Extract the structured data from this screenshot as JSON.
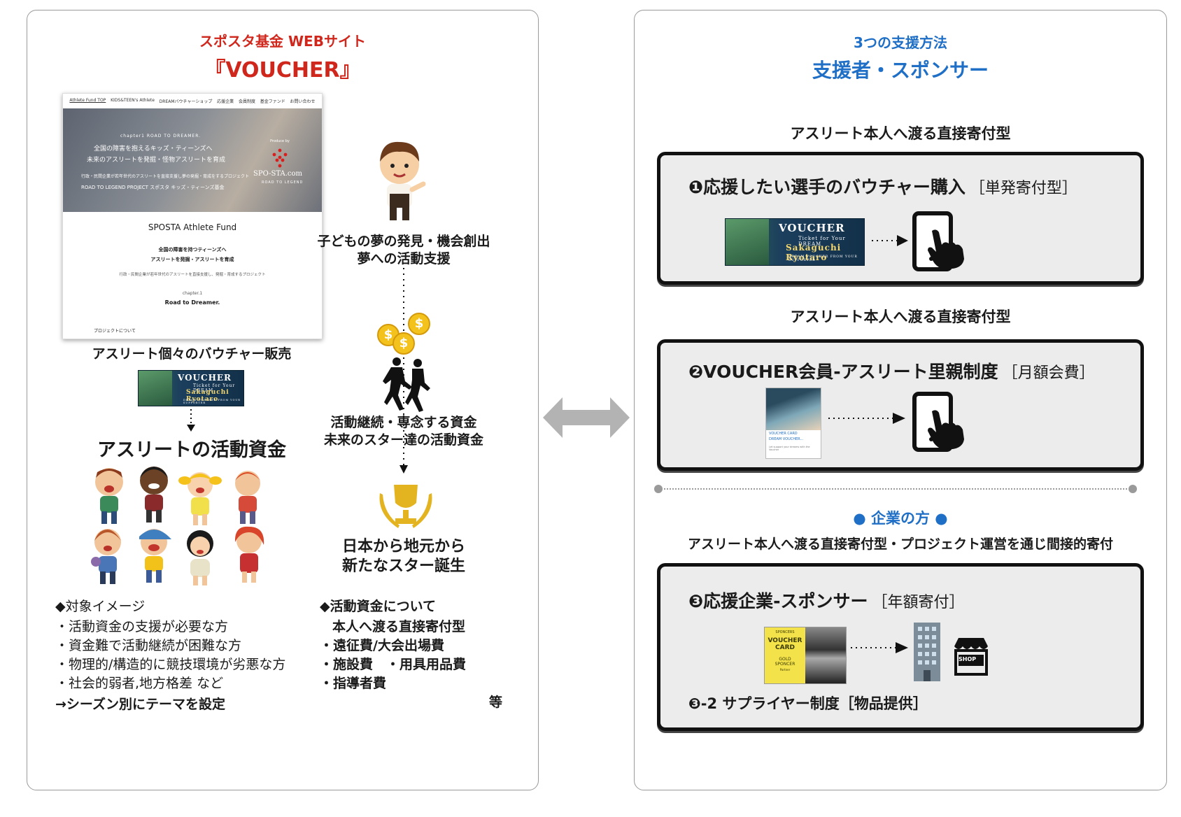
{
  "left": {
    "header_sub": "スポスタ基金 WEBサイト",
    "header_main": "『VOUCHER』",
    "site": {
      "nav": [
        "Athlete Fund TOP",
        "KIDS&TEEN's Athlete",
        "DREAMバウチャーショップ",
        "応援企業",
        "会員制度",
        "基金ファンド",
        "お問い合わせ"
      ],
      "hero_chapter": "chapter1  ROAD TO DREAMER.",
      "hero_line1": "全国の障害を抱えるキッズ・ティーンズへ",
      "hero_line2": "未来のアスリートを発掘・怪物アスリートを育成",
      "hero_line3": "行政・民間企業が若年世代のアスリートを直接支援し夢の発掘・育成をするプロジェクト",
      "hero_line4": "ROAD TO LEGEND PROJECT  スポスタ キッズ・ティーンズ基金",
      "produced_by": "Produce by",
      "logo": "SPO-STA.com",
      "logo_sub": "ROAD TO LEGEND",
      "fund_title": "SPOSTA Athlete Fund",
      "body1": "全国の障害を持つティーンズへ",
      "body2": "アスリートを発掘・アスリートを育成",
      "body3": "行政・民間企業が若年世代のアスリートを直接支援し、発掘・育成するプロジェクト",
      "chapter": "chapter.1",
      "road": "Road to Dreamer.",
      "about": "プロジェクトについて"
    },
    "voucher_sale": "アスリート個々のバウチャー販売",
    "voucher_card": {
      "title": "VOUCHER",
      "ticket": "Ticket for Your DREAM",
      "name": "Sakaguchi Ryotaro",
      "small": "DREAM VOUCHER FROM YOUR SUPPORTER"
    },
    "activity_funds": "アスリートの活動資金",
    "kids_caption": "子どもの夢の発見・機会創出",
    "kids_caption2": "夢への活動支援",
    "continue1": "活動継続・専念する資金",
    "continue2": "未来のスター達の活動資金",
    "star1": "日本から地元から",
    "star2": "新たなスター誕生",
    "target_title": "◆対象イメージ",
    "target_items": [
      "・活動資金の支援が必要な方",
      "・資金難で活動継続が困難な方",
      "・物理的/構造的に競技環境が劣悪な方",
      "・社会的弱者,地方格差 など"
    ],
    "target_note": "→シーズン別にテーマを設定",
    "funds_title": "◆活動資金について",
    "funds_sub": "本人へ渡る直接寄付型",
    "funds_items": [
      "・遠征費/大会出場費",
      "・施設費　・用具用品費",
      "・指導者費"
    ],
    "funds_etc": "等"
  },
  "right": {
    "header_sub": "3つの支援方法",
    "header_main": "支援者・スポンサー",
    "label1": "アスリート本人へ渡る直接寄付型",
    "box1_title": "❶応援したい選手のバウチャー購入",
    "box1_tag": "［単発寄付型］",
    "label2": "アスリート本人へ渡る直接寄付型",
    "box2_title": "❷VOUCHER会員-アスリート里親制度",
    "box2_tag": "［月額会費］",
    "card2_text1": "VOUCHER CARD",
    "card2_text2": "DREAM VOUCHER...",
    "card2_text3": "Let support your dreams with the Voucher",
    "corp_title": "● 企業の方 ●",
    "label3": "アスリート本人へ渡る直接寄付型・プロジェクト運営を通じ間接的寄付",
    "box3_title": "❸応援企業-スポンサー",
    "box3_tag": "［年額寄付］",
    "sponsor_card_top": "SPONCERS",
    "sponsor_card_1": "VOUCHER",
    "sponsor_card_2": "CARD",
    "sponsor_card_3": "GOLD",
    "sponsor_card_4": "SPONCER",
    "sponsor_card_5": "Partner",
    "shop_label": "SHOP",
    "box3_sub": "❸-2 サプライヤー制度［物品提供］"
  },
  "colors": {
    "accent_red": "#d0271d",
    "accent_blue": "#1f6fc6",
    "arrow_gray": "#b3b3b3"
  }
}
